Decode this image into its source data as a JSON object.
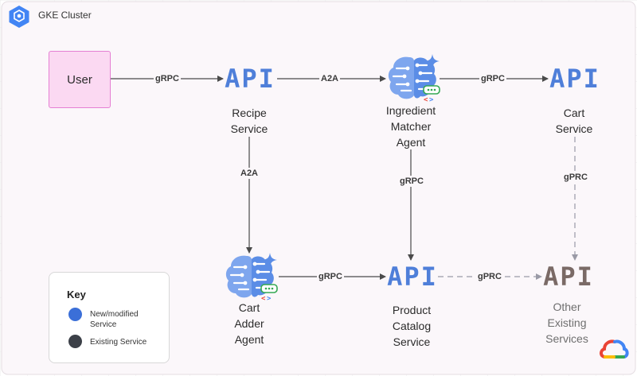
{
  "cluster": {
    "title": "GKE Cluster",
    "icon": "gke-hexagon-icon",
    "icon_color": "#4285f4"
  },
  "colors": {
    "new_service": "#3b6fd8",
    "existing_service": "#3c4048",
    "api_blue": "#4f7fd9",
    "api_grey": "#7a6a66",
    "user_fill": "#fbd9f2",
    "user_border": "#e57fd3",
    "cluster_fill": "#fbf7fa"
  },
  "nodes": {
    "user": {
      "label": "User"
    },
    "recipe_service": {
      "icon_text": "API",
      "label": "Recipe\nService"
    },
    "ingredient_matcher_agent": {
      "icon": "agent-brain-icon",
      "label": "Ingredient\nMatcher\nAgent"
    },
    "cart_service": {
      "icon_text": "API",
      "label": "Cart\nService"
    },
    "cart_adder_agent": {
      "icon": "agent-brain-icon",
      "label": "Cart\nAdder\nAgent"
    },
    "product_catalog_service": {
      "icon_text": "API",
      "label": "Product\nCatalog\nService"
    },
    "other_existing_services": {
      "icon_text": "API",
      "label": "Other\nExisting\nServices"
    }
  },
  "edges": {
    "user_to_recipe": "gRPC",
    "recipe_to_ingredient": "A2A",
    "ingredient_to_cart": "gRPC",
    "recipe_to_cart_adder": "A2A",
    "ingredient_to_catalog": "gRPC",
    "cart_to_other": "gPRC",
    "cart_adder_to_catalog": "gRPC",
    "catalog_to_other": "gPRC"
  },
  "key": {
    "title": "Key",
    "items": [
      {
        "label": "New/modified\nService",
        "color": "#3b6fd8"
      },
      {
        "label": "Existing Service",
        "color": "#3c4048"
      }
    ]
  },
  "footer_logo": "google-cloud-logo-icon"
}
